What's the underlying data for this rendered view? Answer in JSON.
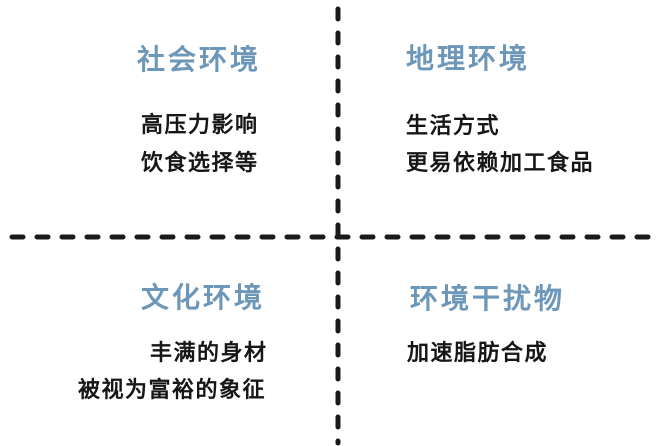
{
  "colors": {
    "accent": "#6c97b8",
    "ink": "#161616",
    "bg": "#ffffff"
  },
  "diagram": {
    "quadrants": [
      {
        "position": "top-left",
        "title": "社会环境",
        "lines": [
          "高压力影响",
          "饮食选择等"
        ]
      },
      {
        "position": "top-right",
        "title": "地理环境",
        "lines": [
          "生活方式",
          "更易依赖加工食品"
        ]
      },
      {
        "position": "bottom-left",
        "title": "文化环境",
        "lines": [
          "丰满的身材",
          "被视为富裕的象征"
        ]
      },
      {
        "position": "bottom-right",
        "title": "环境干扰物",
        "lines": [
          "加速脂肪合成"
        ]
      }
    ]
  }
}
